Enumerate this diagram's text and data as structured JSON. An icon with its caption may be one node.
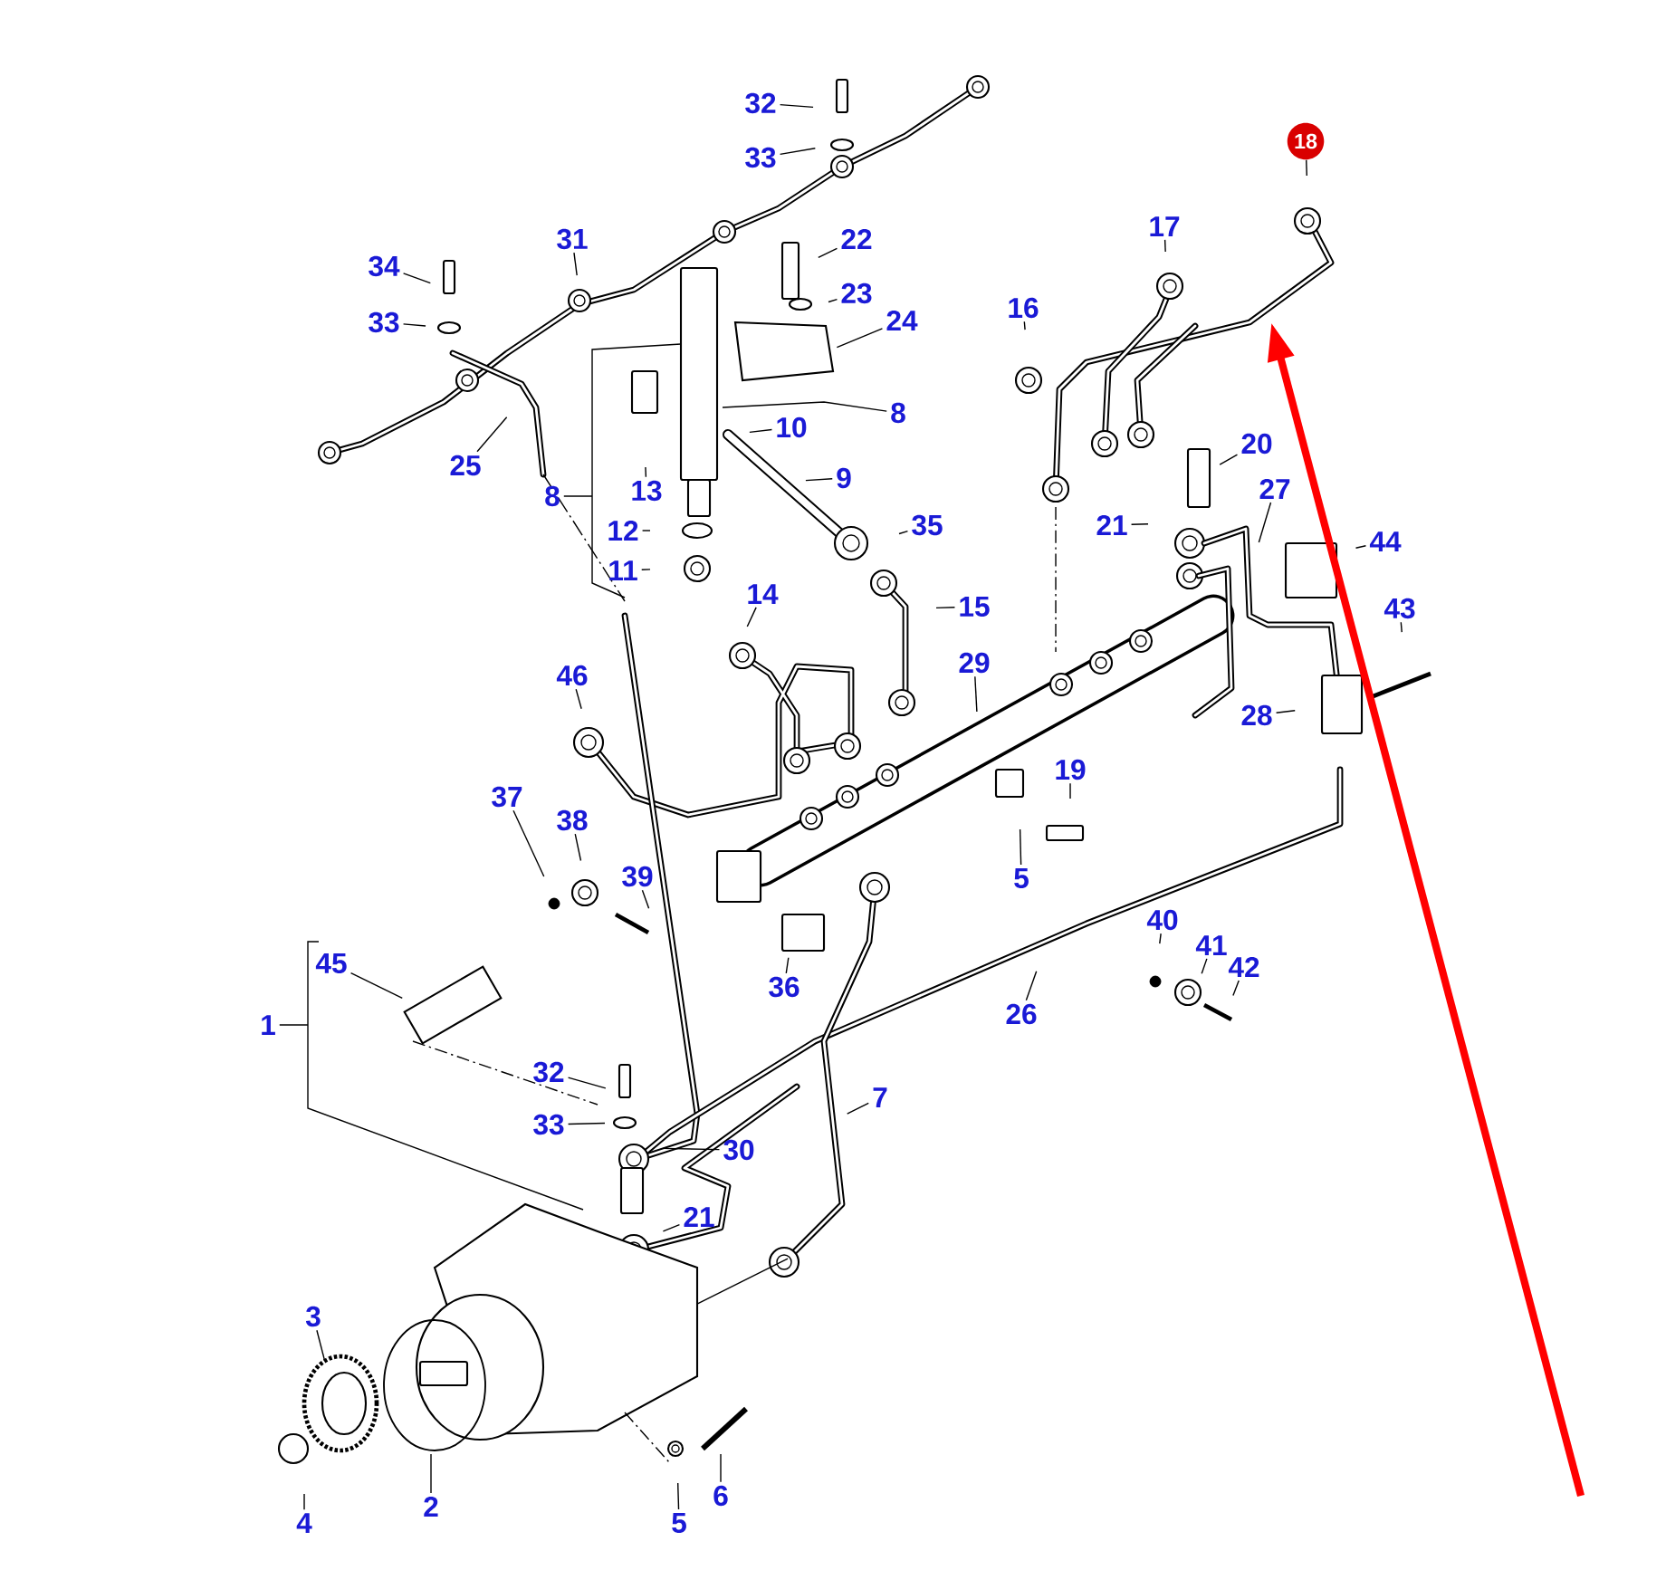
{
  "diagram": {
    "nodes": [
      {
        "text": [
          "32"
        ]
      },
      {
        "text": [
          "33"
        ]
      },
      {
        "text": [
          "18"
        ]
      },
      {
        "text": [
          "31"
        ]
      },
      {
        "text": [
          "22"
        ]
      },
      {
        "text": [
          "17"
        ]
      },
      {
        "text": [
          "34"
        ]
      },
      {
        "text": [
          "33"
        ]
      },
      {
        "text": [
          "23"
        ]
      },
      {
        "text": [
          "24"
        ]
      },
      {
        "text": [
          "16"
        ]
      },
      {
        "text": [
          "8"
        ]
      },
      {
        "text": [
          "10"
        ]
      },
      {
        "text": [
          "20"
        ]
      },
      {
        "text": [
          "25"
        ]
      },
      {
        "text": [
          "9"
        ]
      },
      {
        "text": [
          "13"
        ]
      },
      {
        "text": [
          "8"
        ]
      },
      {
        "text": [
          "27"
        ]
      },
      {
        "text": [
          "12"
        ]
      },
      {
        "text": [
          "35"
        ]
      },
      {
        "text": [
          "21"
        ]
      },
      {
        "text": [
          "44"
        ]
      },
      {
        "text": [
          "11"
        ]
      },
      {
        "text": [
          "14"
        ]
      },
      {
        "text": [
          "15"
        ]
      },
      {
        "text": [
          "43"
        ]
      },
      {
        "text": [
          "29"
        ]
      },
      {
        "text": [
          "46"
        ]
      },
      {
        "text": [
          "28"
        ]
      },
      {
        "text": [
          "19"
        ]
      },
      {
        "text": [
          "37"
        ]
      },
      {
        "text": [
          "38"
        ]
      },
      {
        "text": [
          "39"
        ]
      },
      {
        "text": [
          "5"
        ]
      },
      {
        "text": [
          "40"
        ]
      },
      {
        "text": [
          "41"
        ]
      },
      {
        "text": [
          "45"
        ]
      },
      {
        "text": [
          "42"
        ]
      },
      {
        "text": [
          "36"
        ]
      },
      {
        "text": [
          "26"
        ]
      },
      {
        "text": [
          "1"
        ]
      },
      {
        "text": [
          "32"
        ]
      },
      {
        "text": [
          "7"
        ]
      },
      {
        "text": [
          "33"
        ]
      },
      {
        "text": [
          "30"
        ]
      },
      {
        "text": [
          "21"
        ]
      },
      {
        "text": [
          "3"
        ]
      },
      {
        "text": [
          "6"
        ]
      },
      {
        "text": [
          "2"
        ]
      },
      {
        "text": [
          "4"
        ]
      },
      {
        "text": [
          "5"
        ]
      }
    ],
    "edges": [
      {
        "from": 0,
        "to": null,
        "arrow": "none"
      },
      {
        "from": 1,
        "to": null,
        "arrow": "none"
      },
      {
        "from": 2,
        "to": null,
        "arrow": "none"
      },
      {
        "from": 3,
        "to": null,
        "arrow": "none"
      },
      {
        "from": 4,
        "to": null,
        "arrow": "none"
      },
      {
        "from": 5,
        "to": null,
        "arrow": "none"
      },
      {
        "from": 6,
        "to": null,
        "arrow": "none"
      },
      {
        "from": 7,
        "to": null,
        "arrow": "none"
      },
      {
        "from": 8,
        "to": null,
        "arrow": "none"
      },
      {
        "from": 9,
        "to": null,
        "arrow": "none"
      },
      {
        "from": 10,
        "to": null,
        "arrow": "none"
      },
      {
        "from": 11,
        "to": null,
        "arrow": "none"
      },
      {
        "from": 12,
        "to": null,
        "arrow": "none"
      },
      {
        "from": 13,
        "to": null,
        "arrow": "none"
      },
      {
        "from": 14,
        "to": null,
        "arrow": "none"
      },
      {
        "from": 15,
        "to": null,
        "arrow": "none"
      },
      {
        "from": 16,
        "to": null,
        "arrow": "none"
      },
      {
        "from": 17,
        "to": null,
        "arrow": "none"
      },
      {
        "from": 18,
        "to": null,
        "arrow": "none"
      },
      {
        "from": 19,
        "to": null,
        "arrow": "none"
      },
      {
        "from": 20,
        "to": null,
        "arrow": "none"
      },
      {
        "from": 21,
        "to": null,
        "arrow": "none"
      },
      {
        "from": 22,
        "to": null,
        "arrow": "none"
      },
      {
        "from": 23,
        "to": null,
        "arrow": "none"
      },
      {
        "from": 24,
        "to": null,
        "arrow": "none"
      },
      {
        "from": 25,
        "to": null,
        "arrow": "none"
      },
      {
        "from": 26,
        "to": null,
        "arrow": "none"
      },
      {
        "from": 27,
        "to": null,
        "arrow": "none"
      },
      {
        "from": 28,
        "to": null,
        "arrow": "none"
      },
      {
        "from": 29,
        "to": null,
        "arrow": "none"
      },
      {
        "from": 30,
        "to": null,
        "arrow": "none"
      },
      {
        "from": 31,
        "to": null,
        "arrow": "none"
      },
      {
        "from": 32,
        "to": null,
        "arrow": "none"
      },
      {
        "from": 33,
        "to": null,
        "arrow": "none"
      },
      {
        "from": 34,
        "to": null,
        "arrow": "none"
      },
      {
        "from": 35,
        "to": null,
        "arrow": "none"
      },
      {
        "from": 36,
        "to": null,
        "arrow": "none"
      },
      {
        "from": 37,
        "to": null,
        "arrow": "none"
      },
      {
        "from": 38,
        "to": null,
        "arrow": "none"
      },
      {
        "from": 39,
        "to": null,
        "arrow": "none"
      },
      {
        "from": 40,
        "to": null,
        "arrow": "none"
      },
      {
        "from": 41,
        "to": null,
        "arrow": "none"
      },
      {
        "from": 42,
        "to": null,
        "arrow": "none"
      },
      {
        "from": 43,
        "to": null,
        "arrow": "none"
      },
      {
        "from": 44,
        "to": null,
        "arrow": "none"
      },
      {
        "from": 45,
        "to": null,
        "arrow": "none"
      },
      {
        "from": 46,
        "to": null,
        "arrow": "none"
      },
      {
        "from": 47,
        "to": null,
        "arrow": "none"
      },
      {
        "from": 48,
        "to": null,
        "arrow": "none"
      },
      {
        "from": 49,
        "to": null,
        "arrow": "none"
      },
      {
        "from": 50,
        "to": null,
        "arrow": "none"
      },
      {
        "from": 51,
        "to": null,
        "arrow": "none"
      }
    ]
  }
}
